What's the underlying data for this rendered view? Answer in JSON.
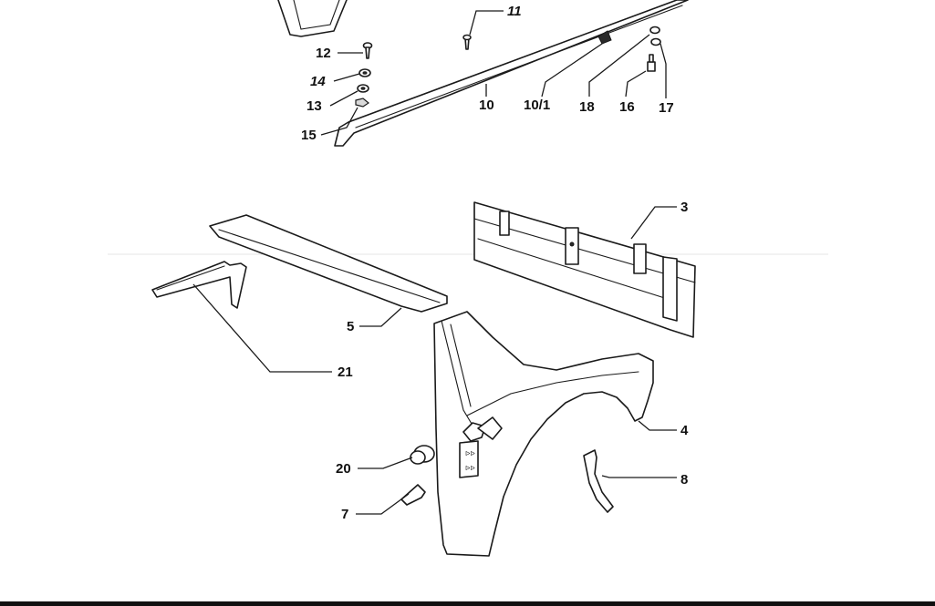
{
  "callouts": {
    "c11": "11",
    "c12": "12",
    "c14": "14",
    "c13": "13",
    "c15": "15",
    "c10": "10",
    "c10_1": "10/1",
    "c18": "18",
    "c16": "16",
    "c17": "17",
    "c3": "3",
    "c5": "5",
    "c21": "21",
    "c4": "4",
    "c20": "20",
    "c8": "8",
    "c7": "7"
  },
  "colors": {
    "ink": "#1a1a1a",
    "paper": "#ffffff",
    "shade": "#d9d9d9"
  }
}
